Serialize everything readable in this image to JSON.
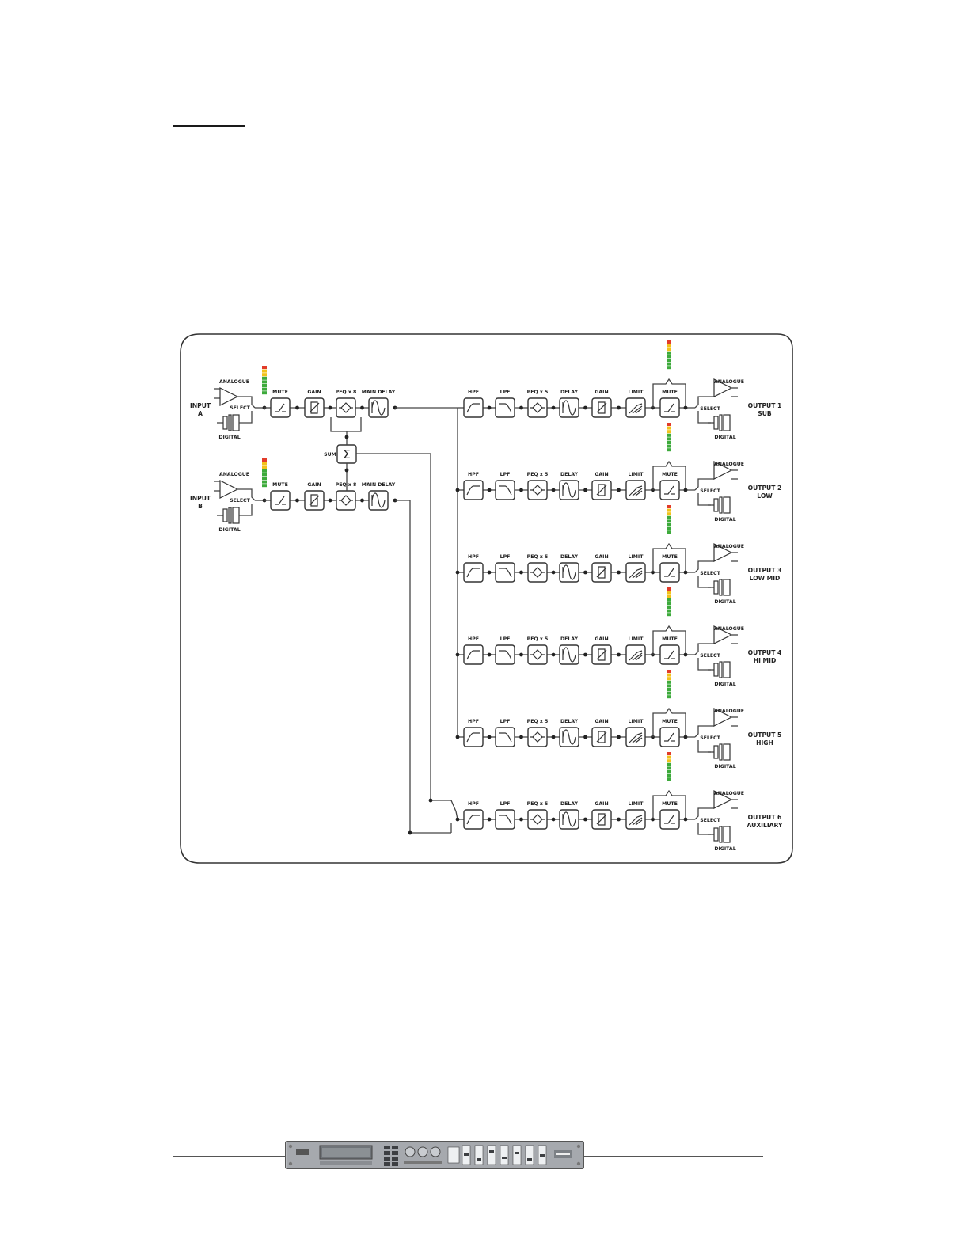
{
  "page": {
    "header_rule_color": "#1a1a1a",
    "footer_rule_color": "#555555",
    "footer_link_color": "#3b4fd0"
  },
  "diagram": {
    "frame_color": "#333333",
    "line_color": "#444444",
    "meter_colors": [
      "#e23b2a",
      "#f2c21b",
      "#3daa3b"
    ],
    "inputs": [
      {
        "name_line1": "INPUT",
        "name_line2": "A",
        "analogue": "ANALOGUE",
        "select": "SELECT",
        "digital": "DIGITAL"
      },
      {
        "name_line1": "INPUT",
        "name_line2": "B",
        "analogue": "ANALOGUE",
        "select": "SELECT",
        "digital": "DIGITAL"
      }
    ],
    "input_blocks": [
      {
        "label": "MUTE",
        "icon": "mute-switch-icon"
      },
      {
        "label": "GAIN",
        "icon": "gain-icon"
      },
      {
        "label": "PEQ x 8",
        "icon": "peq-icon"
      },
      {
        "label": "MAIN DELAY",
        "icon": "delay-icon"
      }
    ],
    "sum_label": "SUM",
    "output_blocks": [
      {
        "label": "HPF",
        "icon": "hpf-icon"
      },
      {
        "label": "LPF",
        "icon": "lpf-icon"
      },
      {
        "label": "PEQ x 5",
        "icon": "peq-icon"
      },
      {
        "label": "DELAY",
        "icon": "delay-icon"
      },
      {
        "label": "GAIN",
        "icon": "gain-icon"
      },
      {
        "label": "LIMIT",
        "icon": "limit-icon"
      },
      {
        "label": "MUTE",
        "icon": "mute-switch-icon"
      }
    ],
    "outputs": [
      {
        "name_line1": "OUTPUT 1",
        "name_line2": "SUB",
        "analogue": "ANALOGUE",
        "select": "SELECT",
        "digital": "DIGITAL"
      },
      {
        "name_line1": "OUTPUT 2",
        "name_line2": "LOW",
        "analogue": "ANALOGUE",
        "select": "SELECT",
        "digital": "DIGITAL"
      },
      {
        "name_line1": "OUTPUT 3",
        "name_line2": "LOW MID",
        "analogue": "ANALOGUE",
        "select": "SELECT",
        "digital": "DIGITAL"
      },
      {
        "name_line1": "OUTPUT 4",
        "name_line2": "HI MID",
        "analogue": "ANALOGUE",
        "select": "SELECT",
        "digital": "DIGITAL"
      },
      {
        "name_line1": "OUTPUT 5",
        "name_line2": "HIGH",
        "analogue": "ANALOGUE",
        "select": "SELECT",
        "digital": "DIGITAL"
      },
      {
        "name_line1": "OUTPUT 6",
        "name_line2": "AUXILIARY",
        "analogue": "ANALOGUE",
        "select": "SELECT",
        "digital": "DIGITAL"
      }
    ]
  }
}
